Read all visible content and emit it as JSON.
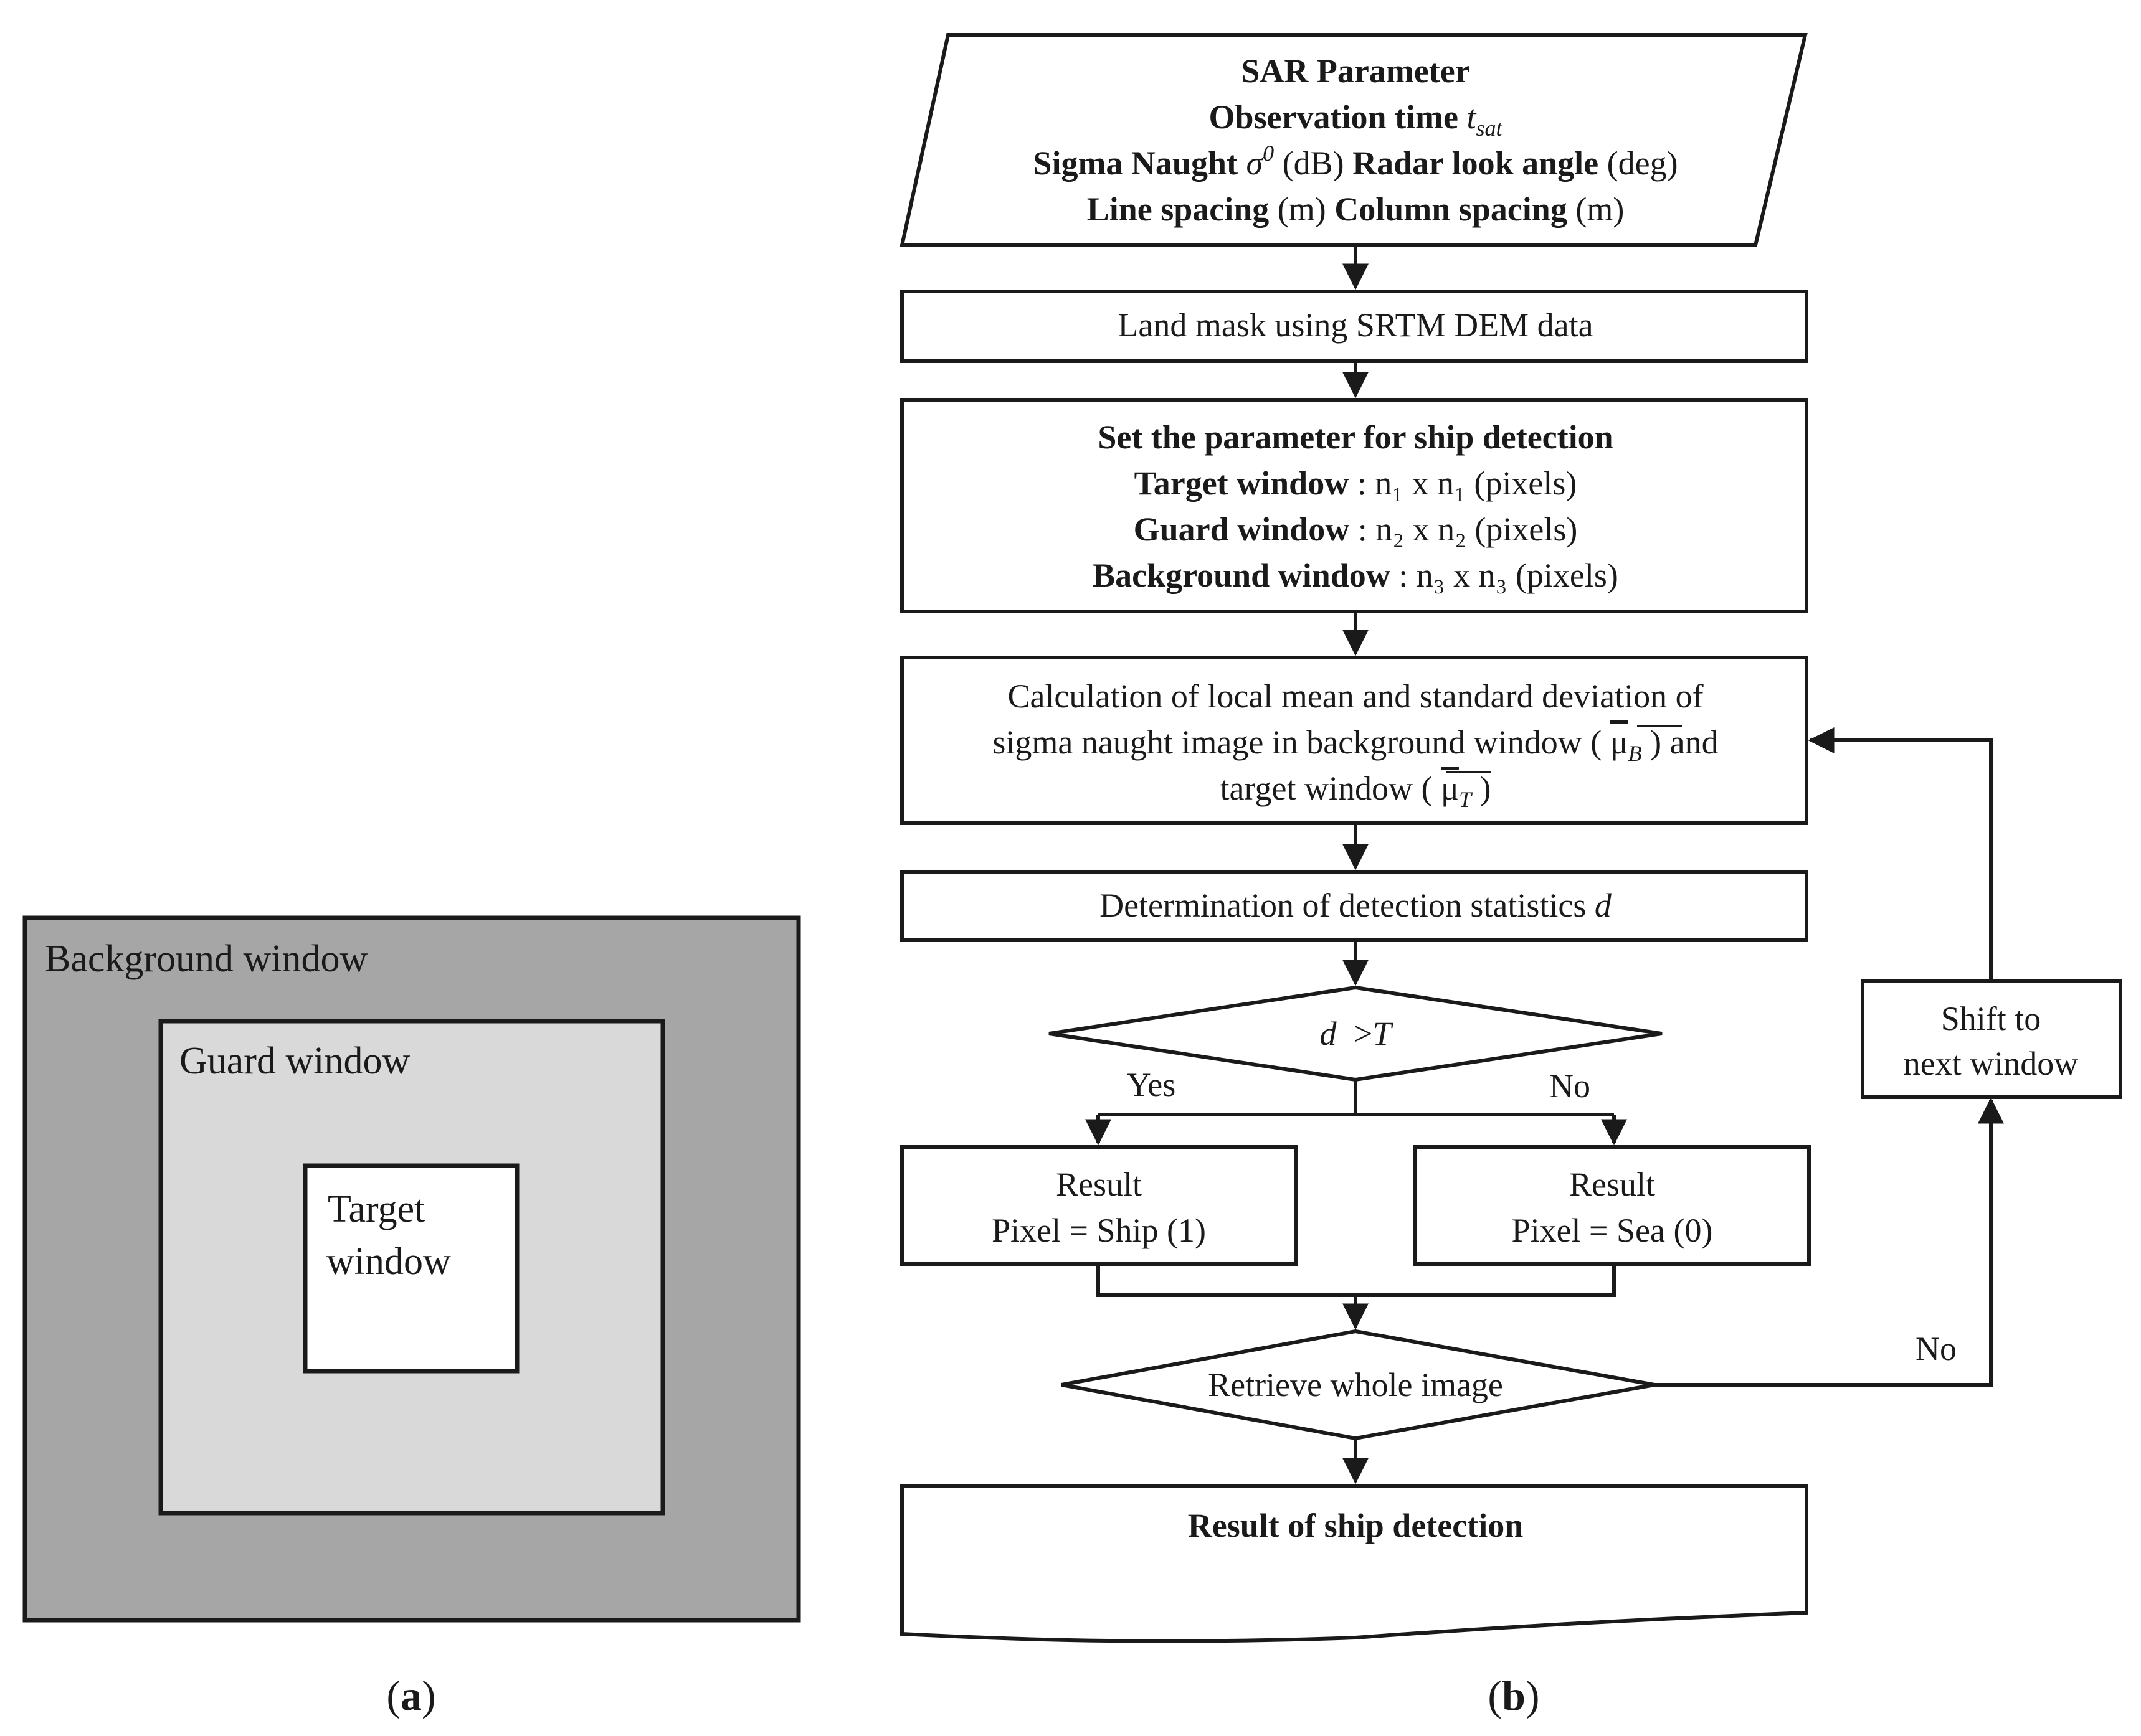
{
  "panel_a": {
    "label": "a",
    "background_label": "Background window",
    "guard_label": "Guard window",
    "target_label_line1": "Target",
    "target_label_line2": "window",
    "colors": {
      "background": "#a6a6a6",
      "guard": "#d9d9d9",
      "target": "#ffffff"
    }
  },
  "panel_b": {
    "label": "b",
    "input": {
      "line1": "SAR Parameter",
      "line2": "Observation time",
      "line2_symbol": "t",
      "line2_symbol_sub": "sat",
      "line3_a": "Sigma Naught",
      "line3_symbol": "σ",
      "line3_symbol_sup": "0",
      "line3_b": "(dB)",
      "line3_c": "Radar look angle",
      "line3_d": "(deg)",
      "line4_a": "Line spacing",
      "line4_b": "(m)",
      "line4_c": "Column spacing",
      "line4_d": "(m)"
    },
    "land_mask": "Land mask using SRTM DEM data",
    "params": {
      "title": "Set the parameter for ship detection",
      "target_label": "Target window",
      "target_value": ": n₁ x n₁ (pixels)",
      "guard_label": "Guard window",
      "guard_value": ": n₂ x n₂ (pixels)",
      "background_label": "Background window",
      "background_value": ": n₃ x n₃ (pixels)"
    },
    "calc": {
      "line1": "Calculation of local mean and standard deviation of",
      "line2_a": "sigma naught image in background window (",
      "mu_b": "μ",
      "mu_b_sub": "B",
      "line2_b": ") and",
      "line3_a": "target window (",
      "mu_t": "μ",
      "mu_t_sub": "T",
      "line3_b": ")"
    },
    "determination": "Determination of detection statistics",
    "determination_symbol": "d",
    "decision1": {
      "left": "d",
      "op": ">",
      "right": "T"
    },
    "yes_label": "Yes",
    "no_label_1": "No",
    "result_ship_title": "Result",
    "result_ship_value": "Pixel = Ship (1)",
    "result_sea_title": "Result",
    "result_sea_value": "Pixel = Sea (0)",
    "decision2": "Retrieve whole image",
    "no_label_2": "No",
    "shift_line1": "Shift to",
    "shift_line2": "next window",
    "output": "Result of ship detection"
  }
}
